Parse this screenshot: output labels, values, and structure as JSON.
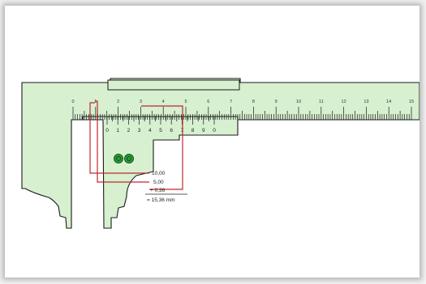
{
  "diagram": {
    "main_scale_numbers": [
      "0",
      "1",
      "2",
      "3",
      "4",
      "5",
      "6",
      "7",
      "8",
      "9",
      "10",
      "11",
      "12",
      "13",
      "14",
      "15"
    ],
    "vernier_numbers": [
      "0",
      "1",
      "2",
      "3",
      "4",
      "5",
      "6",
      "7",
      "8",
      "9",
      "0"
    ],
    "calculation": {
      "line1": "10,00",
      "line2": "5,00",
      "line3": "+ 0,36",
      "result": "= 15,36 mm"
    },
    "colors": {
      "body_fill": "#d6f0d0",
      "outline": "#1a1a1a",
      "reading_lines": "#c0282d",
      "screw": "#1e8a2e"
    }
  }
}
